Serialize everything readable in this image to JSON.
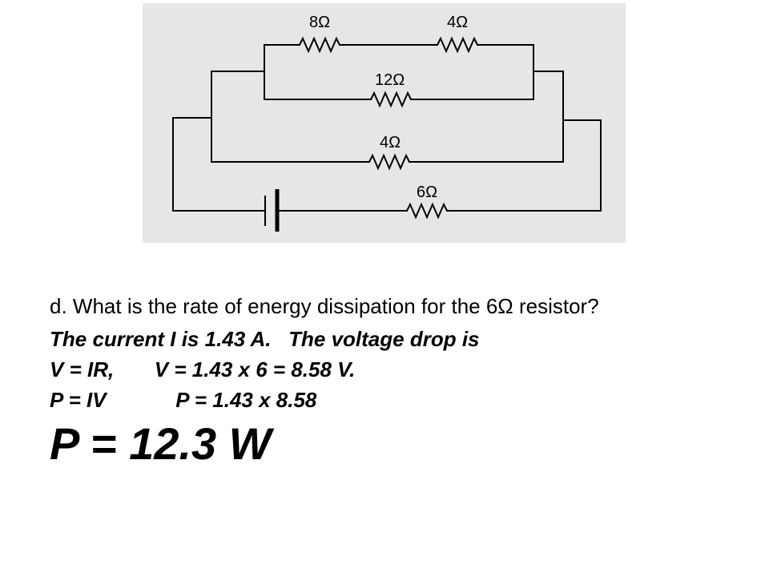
{
  "circuit": {
    "labels": {
      "r8": "8Ω",
      "r4_top": "4Ω",
      "r12": "12Ω",
      "r4_mid": "4Ω",
      "r6": "6Ω"
    }
  },
  "question": "d. What is the rate of energy dissipation  for the 6Ω resistor?",
  "answer": {
    "line1": "The current I is 1.43 A.   The voltage drop is",
    "line2": "V = IR,       V = 1.43 x 6 = 8.58 V.",
    "line3": "P = IV            P = 1.43 x 8.58"
  },
  "result": "P = 12.3 W"
}
